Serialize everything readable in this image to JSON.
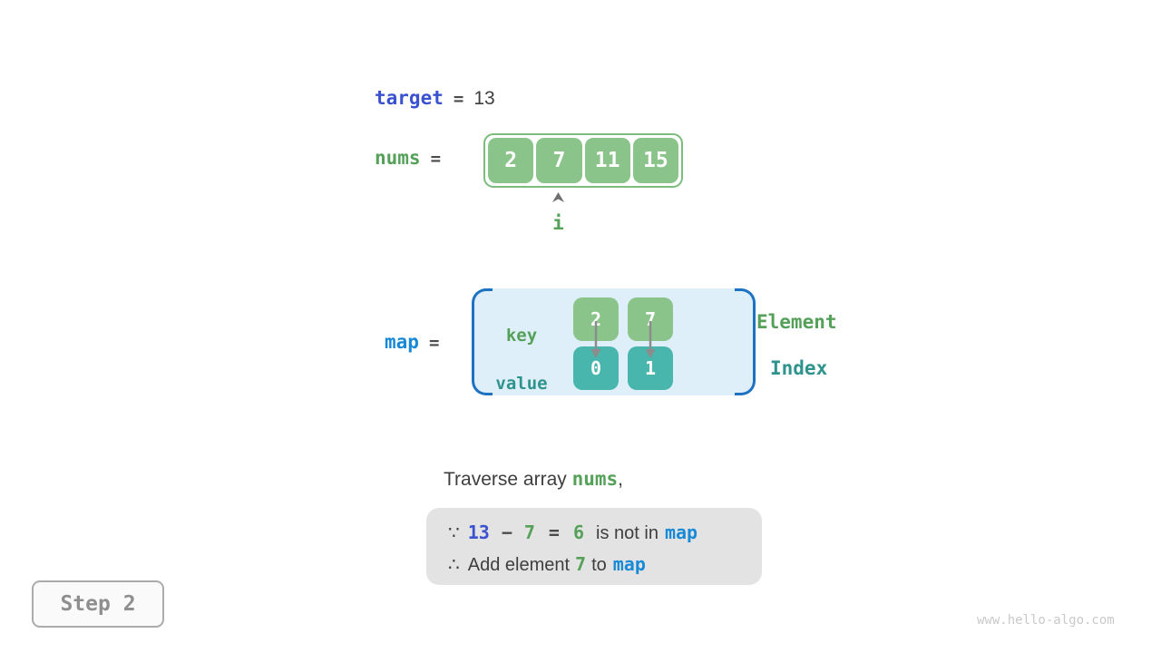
{
  "colors": {
    "royal-blue": "#3B52D0",
    "code-blue": "#1789D6",
    "green-text": "#55A159",
    "teal-text": "#2F938D",
    "green-box": "#8BC48B",
    "green-border": "#7CBC7C",
    "teal-box": "#49B6AE",
    "map-bg": "#DFEFF9",
    "map-border": "#1D72C2",
    "dark-text": "#3E3E3E",
    "muted-text": "#4A4A4A",
    "panel-gray": "#E3E3E3",
    "arrow-gray": "#8C8C8C",
    "step-border": "#ABABAB",
    "step-text": "#8F8F8F",
    "watermark-gray": "#C9C9C9"
  },
  "target_line": {
    "label": "target",
    "equals": "=",
    "value": "13"
  },
  "nums_line": {
    "label": "nums",
    "equals": "=",
    "cells": [
      "2",
      "7",
      "11",
      "15"
    ],
    "pointer_label": "i"
  },
  "map_line": {
    "label": "map",
    "equals": "=",
    "key_label": "key",
    "value_label": "value",
    "entries": [
      {
        "key": "2",
        "value": "0"
      },
      {
        "key": "7",
        "value": "1"
      }
    ],
    "element_label": "Element",
    "index_label": "Index"
  },
  "caption": {
    "prefix": "Traverse array ",
    "code": "nums",
    "suffix": ","
  },
  "reasoning": {
    "line1": {
      "symbol": "∵",
      "lhs": "13",
      "operator": "−",
      "operand": "7",
      "equals": "=",
      "result": "6",
      "text": "is not in",
      "code": "map"
    },
    "line2": {
      "symbol": "∴",
      "text_before": "Add element",
      "value": "7",
      "text_after": "to",
      "code": "map"
    }
  },
  "footer": {
    "step_label": "Step 2",
    "watermark": "www.hello-algo.com"
  }
}
